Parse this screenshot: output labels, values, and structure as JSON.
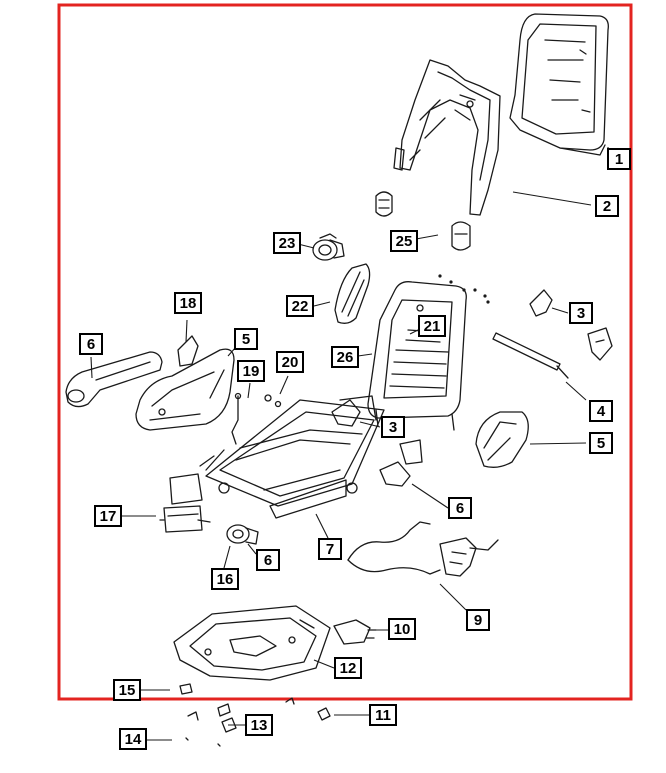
{
  "diagram": {
    "frame_color": "#e32420",
    "callouts": [
      {
        "id": "c1",
        "label": "1"
      },
      {
        "id": "c2",
        "label": "2"
      },
      {
        "id": "c3a",
        "label": "3"
      },
      {
        "id": "c4",
        "label": "4"
      },
      {
        "id": "c5a",
        "label": "5"
      },
      {
        "id": "c25",
        "label": "25"
      },
      {
        "id": "c23",
        "label": "23"
      },
      {
        "id": "c22",
        "label": "22"
      },
      {
        "id": "c21",
        "label": "21"
      },
      {
        "id": "c26",
        "label": "26"
      },
      {
        "id": "c3b",
        "label": "3"
      },
      {
        "id": "c18",
        "label": "18"
      },
      {
        "id": "c6a",
        "label": "6"
      },
      {
        "id": "c5b",
        "label": "5"
      },
      {
        "id": "c19",
        "label": "19"
      },
      {
        "id": "c20",
        "label": "20"
      },
      {
        "id": "c17",
        "label": "17"
      },
      {
        "id": "c16",
        "label": "16"
      },
      {
        "id": "c6b",
        "label": "6"
      },
      {
        "id": "c7",
        "label": "7"
      },
      {
        "id": "c6c",
        "label": "6"
      },
      {
        "id": "c9",
        "label": "9"
      },
      {
        "id": "c10",
        "label": "10"
      },
      {
        "id": "c12",
        "label": "12"
      },
      {
        "id": "c15",
        "label": "15"
      },
      {
        "id": "c11",
        "label": "11"
      },
      {
        "id": "c13",
        "label": "13"
      },
      {
        "id": "c14",
        "label": "14"
      }
    ]
  }
}
